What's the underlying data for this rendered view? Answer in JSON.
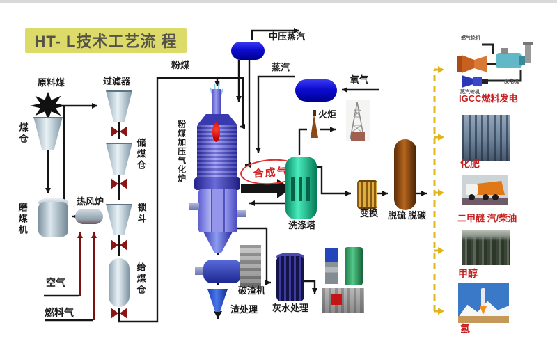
{
  "title": "HT- L技术工艺流 程",
  "labels": {
    "raw_coal": "原料煤",
    "coal_bunker": "煤仓",
    "coal_mill": "磨煤机",
    "hot_air_furnace": "热风炉",
    "air": "空气",
    "fuel_gas": "燃料气",
    "filter": "过滤器",
    "storage_bunker": "储煤仓",
    "lock_hopper": "锁斗",
    "feed_bunker": "给煤仓",
    "pulverized_coal": "粉煤",
    "gasifier": "粉煤加压气化炉",
    "mp_steam": "中压蒸汽",
    "steam": "蒸汽",
    "oxygen": "氧气",
    "syngas": "合成气",
    "flare": "火炬",
    "scrubber": "洗涤塔",
    "shift": "变换",
    "desulfurization": "脱硫",
    "decarbonization": "脱碳",
    "slag_breaker": "破渣机",
    "slag_treatment": "渣处理",
    "grey_water_treatment": "灰水处理",
    "gas_turbine": "燃气轮机",
    "steam_turbine": "蒸汽轮机",
    "generator": "发电机"
  },
  "products": {
    "igcc": "IGCC燃料发电",
    "fertilizer": "化肥",
    "dme_diesel": "二甲醚 汽/柴油",
    "methanol": "甲醇",
    "hydrogen": "氢"
  },
  "icons": {
    "raw_coal_burst": "starburst-icon",
    "valve": "valve-icon",
    "torch": "flare-torch-icon",
    "spray": "gasifier-spray-icon"
  },
  "colors": {
    "title_bg": "#dcda68",
    "red_text": "#c42020",
    "steam_drum_blue": "#0c0cd0",
    "scrubber_green": "#0b8a66",
    "shift_gold": "#dcae44",
    "desulf_brown": "#b5651d",
    "greywater_navy": "#3c3c9c",
    "valve_red": "#8a1515",
    "red_pipe": "#7a1212",
    "dashed_yellow": "#e0b71c",
    "pipe_black": "#151515"
  }
}
